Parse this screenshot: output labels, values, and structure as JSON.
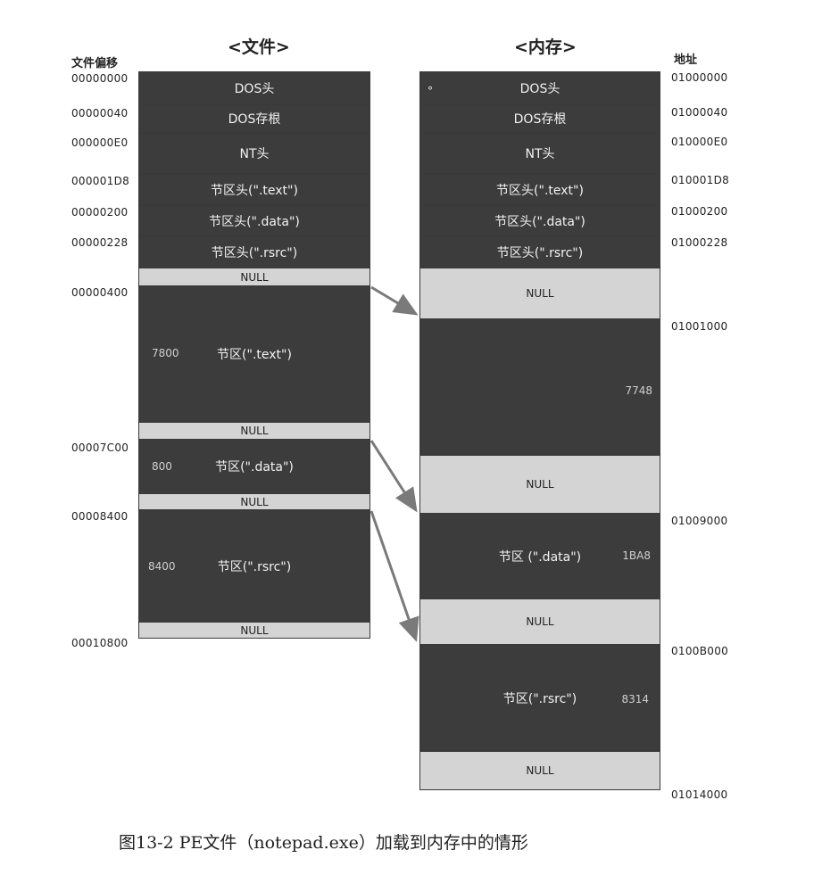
{
  "titles": {
    "file": "<文件>",
    "memory": "<内存>",
    "file_offset_header": "文件偏移",
    "address_header": "地址"
  },
  "file_offsets": [
    "00000000",
    "00000040",
    "000000E0",
    "000001D8",
    "00000200",
    "00000228",
    "00000400",
    "00007C00",
    "00008400",
    "00010800"
  ],
  "memory_addresses": [
    "01000000",
    "01000040",
    "010000E0",
    "010001D8",
    "01000200",
    "01000228",
    "01001000",
    "01009000",
    "0100B000",
    "01014000"
  ],
  "file_blocks": {
    "dos_header": "DOS头",
    "dos_stub": "DOS存根",
    "nt_header": "NT头",
    "sh_text": "节区头(\".text\")",
    "sh_data": "节区头(\".data\")",
    "sh_rsrc": "节区头(\".rsrc\")",
    "null1": "NULL",
    "sec_text": "节区(\".text\")",
    "sec_text_size": "7800",
    "null2": "NULL",
    "sec_data": "节区(\".data\")",
    "sec_data_size": "800",
    "null3": "NULL",
    "sec_rsrc": "节区(\".rsrc\")",
    "sec_rsrc_size": "8400",
    "null4": "NULL"
  },
  "memory_blocks": {
    "dos_header": "DOS头",
    "dos_stub": "DOS存根",
    "nt_header": "NT头",
    "sh_text": "节区头(\".text\")",
    "sh_data": "节区头(\".data\")",
    "sh_rsrc": "节区头(\".rsrc\")",
    "null1": "NULL",
    "sec_text_size": "7748",
    "null2": "NULL",
    "sec_data": "节区 (\".data\")",
    "sec_data_size": "1BA8",
    "null3": "NULL",
    "sec_rsrc": "节区(\".rsrc\")",
    "sec_rsrc_size": "8314",
    "null4": "NULL"
  },
  "caption": "图13-2   PE文件（notepad.exe）加载到内存中的情形",
  "colors": {
    "dark_block": "#3c3c3c",
    "light_block": "#d4d4d4",
    "arrow": "#7a7a7a"
  }
}
